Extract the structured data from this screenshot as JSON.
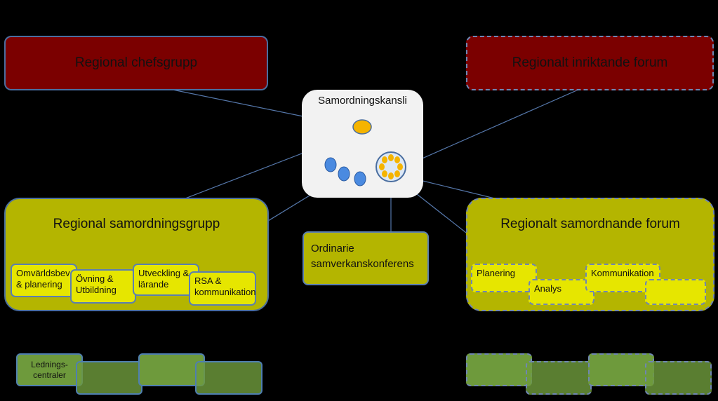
{
  "top_left": {
    "label": "Regional chefsgrupp"
  },
  "top_right": {
    "label": "Regionalt inriktande forum"
  },
  "center": {
    "title": "Samordningskansli"
  },
  "left_panel": {
    "title": "Regional samordningsgrupp",
    "items": [
      "Omvärldsbev & planering",
      "Övning & Utbildning",
      "Utveckling & lärande",
      "RSA & kommunikation"
    ]
  },
  "right_panel": {
    "title": "Regionalt samordnande forum",
    "items": [
      "Planering",
      "Analys",
      "Kommunikation",
      ""
    ]
  },
  "conference": {
    "label": "Ordinarie samverkanskonferens"
  },
  "bottom_left": {
    "items": [
      "Lednings-\ncentraler",
      "",
      "",
      ""
    ]
  },
  "bottom_right": {
    "items": [
      "",
      "",
      "",
      ""
    ]
  },
  "colors": {
    "dark_red": "#7b0000",
    "olive": "#b4b500",
    "yellow": "#e6e600",
    "green": "#6e9a3c",
    "link_blue": "#4a6ea0",
    "orange_dot": "#f5b400",
    "blue_dot": "#4a8ae0"
  }
}
